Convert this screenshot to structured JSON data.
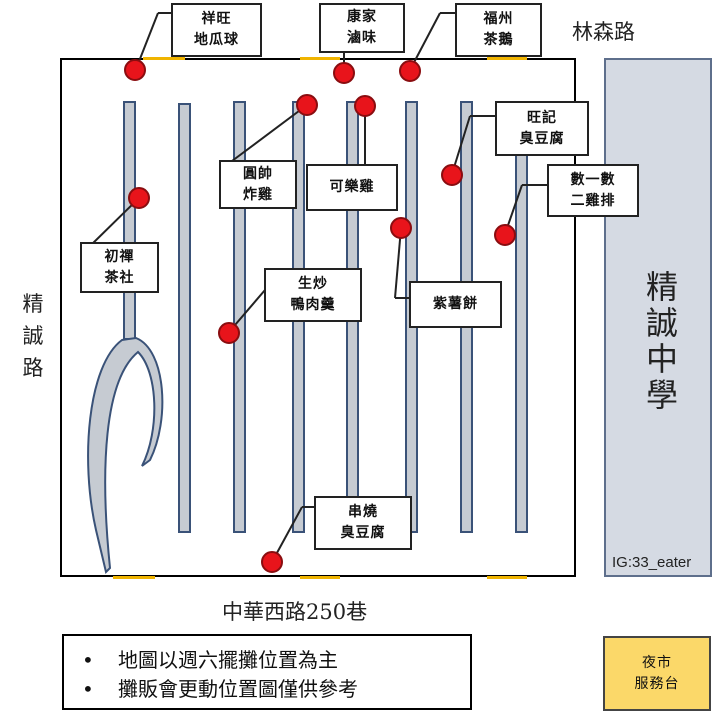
{
  "streets": {
    "north": "林森路",
    "west": "精誠路",
    "south": "中華西路250巷"
  },
  "school": {
    "name": "精誠中學",
    "watermark": "IG:33_eater"
  },
  "stalls": [
    {
      "id": "xiangwang",
      "line1": "祥旺",
      "line2": "地瓜球"
    },
    {
      "id": "kangjia",
      "line1": "康家",
      "line2": "滷味"
    },
    {
      "id": "fuzhou",
      "line1": "福州",
      "line2": "茶鵝"
    },
    {
      "id": "wangji",
      "line1": "旺記",
      "line2": "臭豆腐"
    },
    {
      "id": "yuanshuai",
      "line1": "圓帥",
      "line2": "炸雞"
    },
    {
      "id": "kele",
      "line1": "可樂雞",
      "line2": ""
    },
    {
      "id": "shuyishu",
      "line1": "數一數",
      "line2": "二雞排"
    },
    {
      "id": "chuchan",
      "line1": "初禪",
      "line2": "茶社"
    },
    {
      "id": "shengchao",
      "line1": "生炒",
      "line2": "鴨肉羹"
    },
    {
      "id": "zishu",
      "line1": "紫薯餅",
      "line2": ""
    },
    {
      "id": "chuanshao",
      "line1": "串燒",
      "line2": "臭豆腐"
    }
  ],
  "notes": {
    "bullet": "•",
    "items": [
      "地圖以週六擺攤位置為主",
      "攤販會更動位置圖僅供參考"
    ]
  },
  "service_desk": {
    "line1": "夜市",
    "line2": "服務台"
  },
  "colors": {
    "stall_marker": "#e8141b",
    "gate": "#f0b400",
    "aisle_fill": "#c6cbd2",
    "aisle_border": "#3a5278",
    "school_fill": "#d5dae3",
    "service_desk_fill": "#fbd869"
  }
}
